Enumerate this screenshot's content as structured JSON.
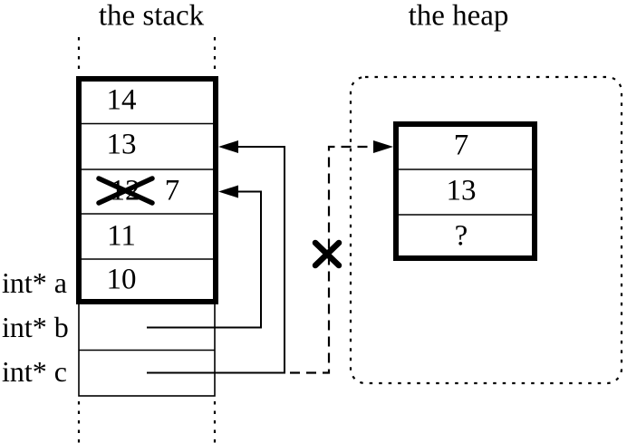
{
  "colors": {
    "ink": "#000000",
    "background": "#ffffff"
  },
  "stack": {
    "title": "the stack",
    "cells": [
      {
        "value": "14"
      },
      {
        "value": "13"
      },
      {
        "value": "12",
        "crossed_out": true,
        "replacement": "7"
      },
      {
        "value": "11"
      },
      {
        "value": "10"
      }
    ],
    "pointer_labels": [
      {
        "label": "int* a"
      },
      {
        "label": "int* b"
      },
      {
        "label": "int* c"
      }
    ]
  },
  "heap": {
    "title": "the heap",
    "cells": [
      {
        "value": "7"
      },
      {
        "value": "13"
      },
      {
        "value": "?"
      }
    ]
  },
  "icons": {
    "cross_out": "X-strike over stale value 12",
    "broken_pointer": "X-strike over dashed dangling pointer",
    "arrowheads": "solid black triangles"
  }
}
